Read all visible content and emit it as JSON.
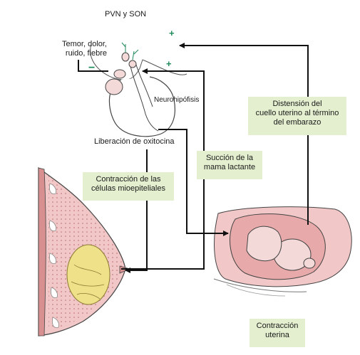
{
  "labels": {
    "pvn_son": "PVN y SON",
    "stimuli": "Temor, dolor,\nruido, fiebre",
    "neurohypophysis": "Neurohipófisis",
    "oxytocin_release": "Liberación de oxitocina"
  },
  "signs": {
    "minus": "−",
    "plus_top": "+",
    "plus_mid": "+"
  },
  "boxes": {
    "myoepithelial": "Contracción de las\ncélulas mioepiteliales",
    "suckling": "Succión de la\nmama lactante",
    "cervix": "Distensión del\ncuello uterino al término\ndel embarazo",
    "uterine": "Contracción\nuterina"
  },
  "colors": {
    "box_fill": "#e4efcf",
    "tissue_pink": "#f2c7c7",
    "tissue_dark": "#d88f8f",
    "gland_yellow": "#efe08a",
    "sign_green": "#1e8a5a"
  }
}
